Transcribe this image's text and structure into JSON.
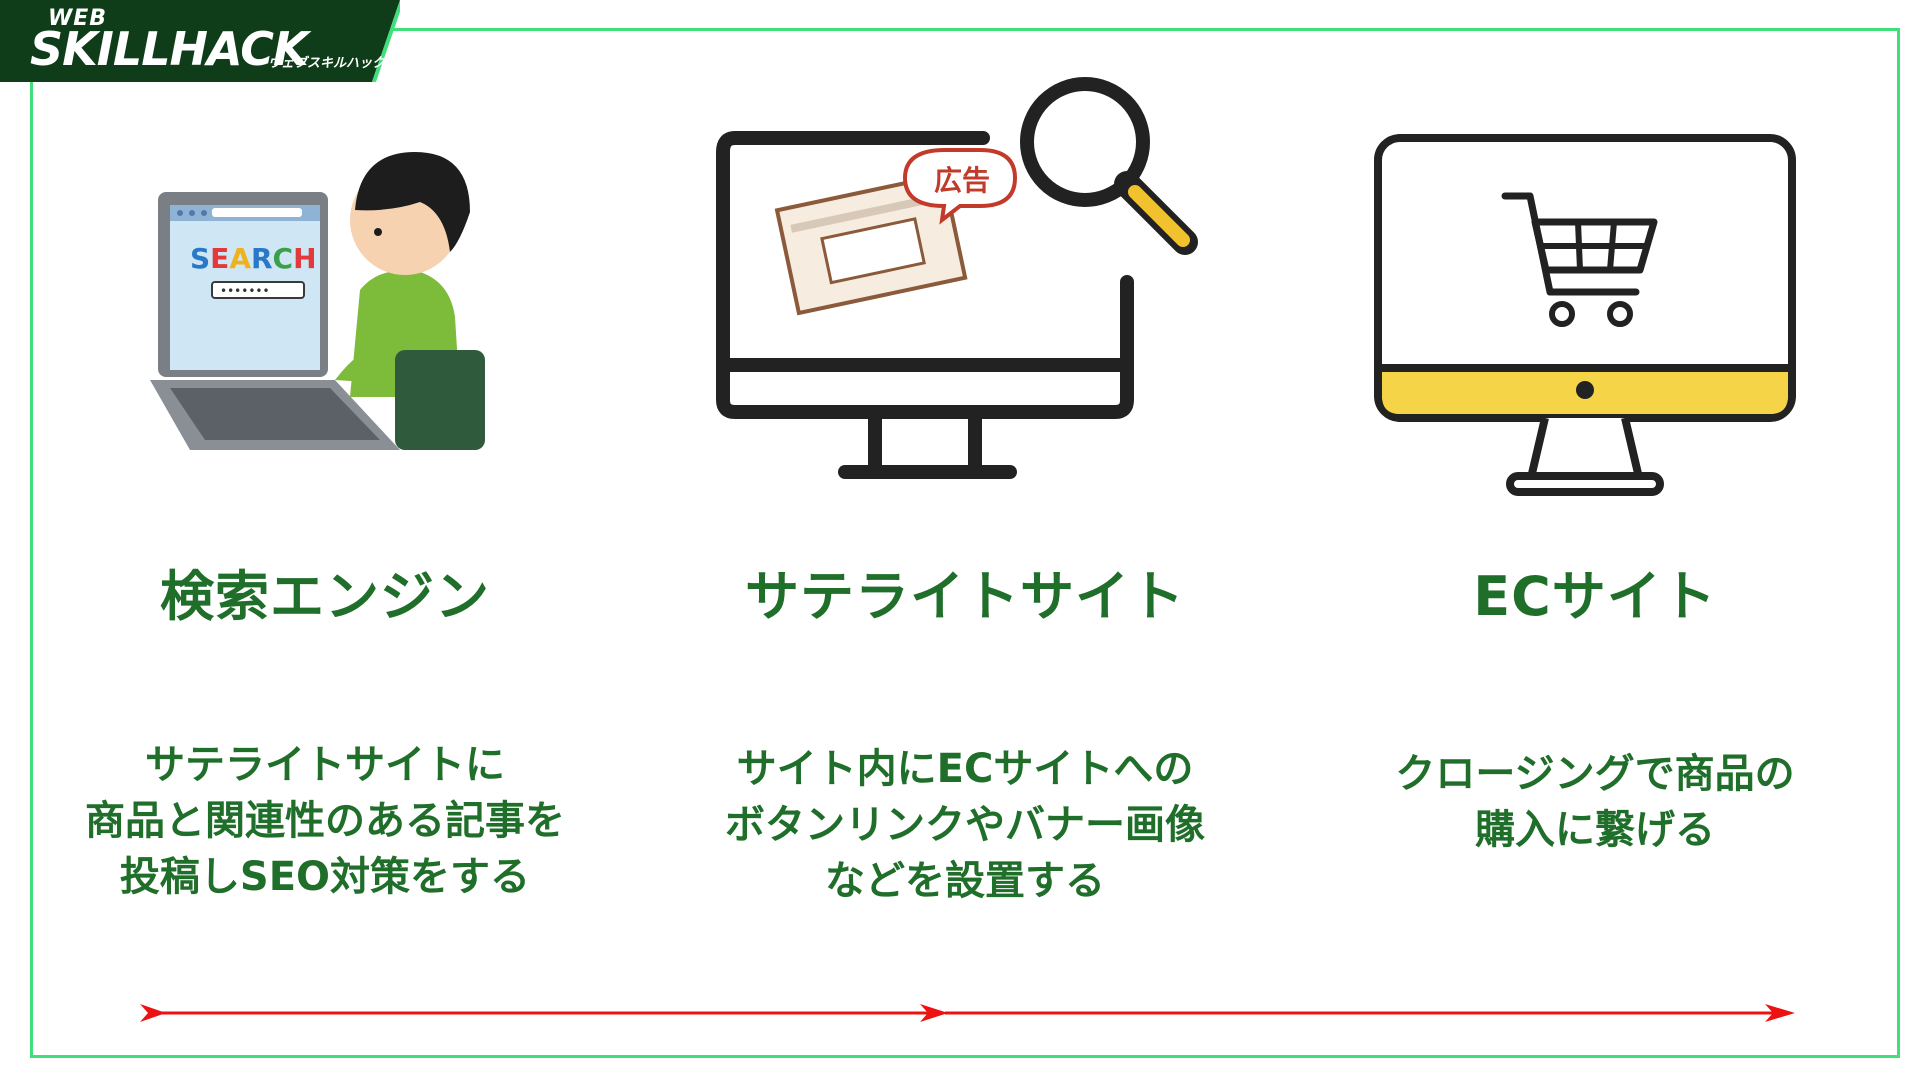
{
  "logo": {
    "web": "WEB",
    "main": "SKILLHACK",
    "kana": "ウェブスキルハック"
  },
  "colors": {
    "frame": "#3fe07a",
    "title": "#1f6e2a",
    "arrow": "#ee1111",
    "logo_bg": "#0f3d1a",
    "yellow": "#f5d547"
  },
  "columns": [
    {
      "title": "検索エンジン",
      "desc": [
        "サテライトサイトに",
        "商品と関連性のある記事を",
        "投稿しSEO対策をする"
      ],
      "illustration": {
        "icon": "person-laptop-search-icon",
        "search_text": "SEARCH"
      }
    },
    {
      "title": "サテライトサイト",
      "desc": [
        "サイト内にECサイトへの",
        "ボタンリンクやバナー画像",
        "などを設置する"
      ],
      "illustration": {
        "icon": "monitor-ad-magnifier-icon",
        "ad_label": "広告"
      }
    },
    {
      "title": "ECサイト",
      "desc": [
        "クロージングで商品の",
        "購入に繋げる"
      ],
      "illustration": {
        "icon": "monitor-cart-icon"
      }
    }
  ]
}
